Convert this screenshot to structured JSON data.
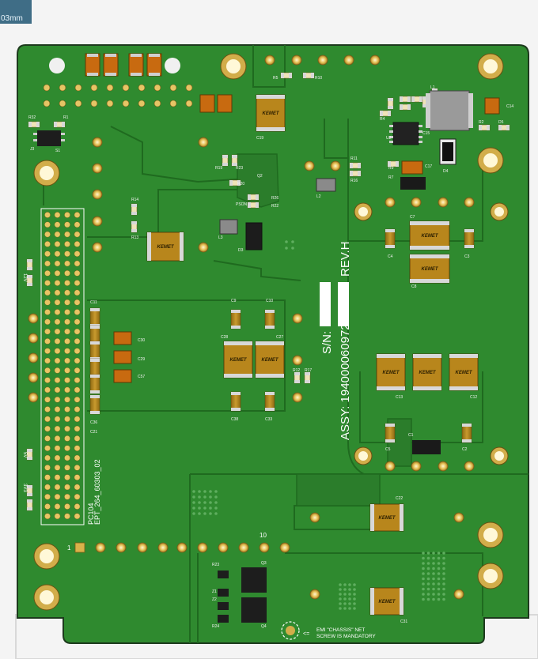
{
  "ruler_label": "03mm",
  "board": {
    "assy": "ASSY: 194000060972",
    "rev": "REV.H",
    "sn": "S/N:",
    "pc104": "PC104",
    "ept": "EPT_264_60303_02",
    "emi_line1": "EMI \"CHASSIS\" NET",
    "emi_line2": "SCREW IS MANDATORY",
    "emi_arrow": "<=",
    "pin1": "1",
    "pin10": "10",
    "kemet": "KEMET",
    "left_labels": [
      "12V",
      "5V",
      "3V3"
    ]
  },
  "refs": {
    "R5": "R5",
    "R10": "R10",
    "R32": "R32",
    "R1": "R1",
    "J3": "J3",
    "S1": "S1",
    "C19": "C19",
    "R19": "R19",
    "R20": "R20",
    "R23": "R23",
    "R26": "R26",
    "R22": "R22",
    "Q2": "Q2",
    "PSON": "PSON",
    "R14": "R14",
    "R13": "R13",
    "L3": "L3",
    "D3": "D3",
    "L2": "L2",
    "R11": "R11",
    "R16": "R16",
    "R9": "R9",
    "R7": "R7",
    "U2": "U2",
    "L1": "L1",
    "C14": "C14",
    "R2": "R2",
    "D5": "D5",
    "D4": "D4",
    "C15": "C15",
    "C17": "C17",
    "R4": "R4",
    "C7": "C7",
    "C4": "C4",
    "C3": "C3",
    "C8": "C8",
    "C11": "C11",
    "C9": "C9",
    "C10": "C10",
    "C30": "C30",
    "C29": "C29",
    "C57": "C57",
    "C28": "C28",
    "C27": "C27",
    "R12": "R12",
    "R17": "R17",
    "C36": "C36",
    "C38": "C38",
    "C33": "C33",
    "C13": "C13",
    "C1": "C1",
    "C12": "C12",
    "C5": "C5",
    "C2": "C2",
    "C22": "C22",
    "R23b": "R23",
    "Z1": "Z1",
    "Z2": "Z2",
    "R24": "R24",
    "Q3": "Q3",
    "Q4": "Q4",
    "C31": "C31",
    "C21": "C21"
  },
  "colors": {
    "background": "#f4f4f4",
    "board_green": "#2f8a2f",
    "board_outline": "#1d3a1d",
    "trace": "#1f6a1f",
    "pad_gold": "#c9a440",
    "cap_body": "#b88a22",
    "tag_blue": "#3f6d86"
  }
}
